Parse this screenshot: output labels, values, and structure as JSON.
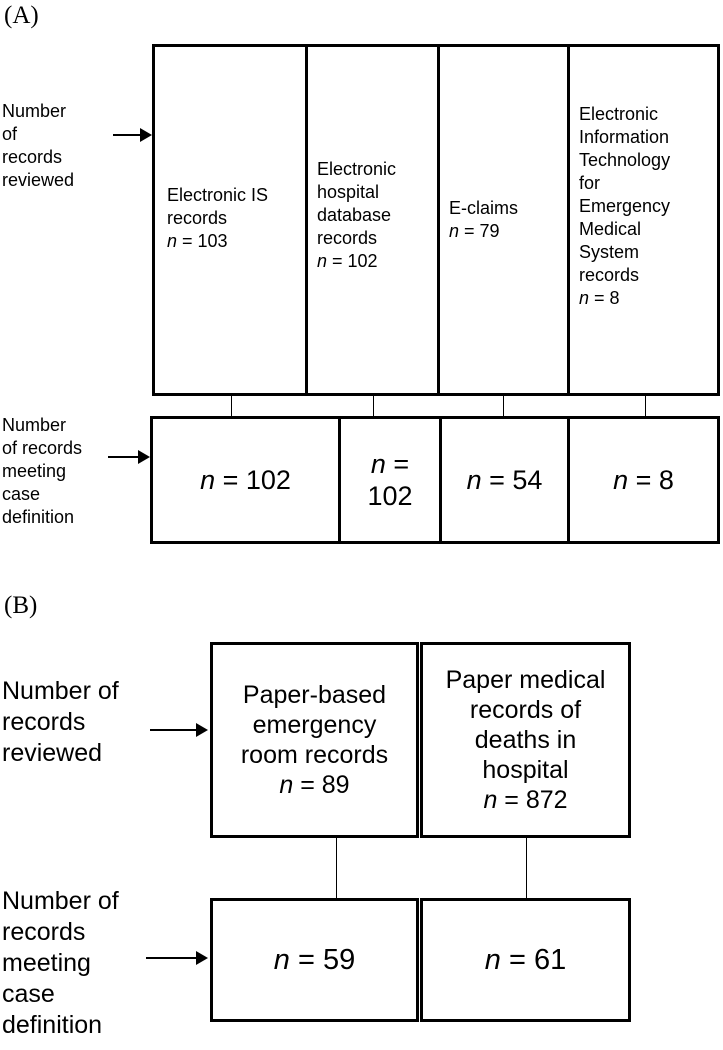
{
  "panel_a": {
    "label": "(A)",
    "reviewed_label": [
      "Number",
      "of",
      "records",
      "reviewed"
    ],
    "meeting_label": [
      "Number",
      "of records",
      "meeting",
      "case",
      "definition"
    ],
    "reviewed": [
      {
        "lines": [
          "Electronic IS",
          "records"
        ],
        "n_prefix": "n",
        "n_value": " = 103"
      },
      {
        "lines": [
          "Electronic",
          "hospital",
          "database",
          "records"
        ],
        "n_prefix": "n",
        "n_value": " = 102"
      },
      {
        "lines": [
          "E-claims"
        ],
        "n_prefix": "n",
        "n_value": " = 79"
      },
      {
        "lines": [
          "Electronic",
          "Information",
          "Technology",
          "for",
          "Emergency",
          "Medical",
          "System",
          "records"
        ],
        "n_prefix": "n",
        "n_value": " = 8"
      }
    ],
    "meeting": [
      {
        "n_prefix": "n",
        "n_value": " = 102"
      },
      {
        "n_prefix": "n",
        "n_value": " =",
        "n_value2": "102"
      },
      {
        "n_prefix": "n",
        "n_value": " = 54"
      },
      {
        "n_prefix": "n",
        "n_value": " = 8"
      }
    ]
  },
  "panel_b": {
    "label": "(B)",
    "reviewed_label": [
      "Number of",
      "records",
      "reviewed"
    ],
    "meeting_label": [
      "Number of",
      "records",
      "meeting",
      "case",
      "definition"
    ],
    "reviewed": [
      {
        "lines": [
          "Paper-based",
          "emergency",
          "room records"
        ],
        "n_prefix": "n",
        "n_value": " = 89"
      },
      {
        "lines": [
          "Paper medical",
          "records of",
          "deaths in",
          "hospital"
        ],
        "n_prefix": "n",
        "n_value": " = 872"
      }
    ],
    "meeting": [
      {
        "n_prefix": "n",
        "n_value": " = 59"
      },
      {
        "n_prefix": "n",
        "n_value": " = 61"
      }
    ]
  }
}
